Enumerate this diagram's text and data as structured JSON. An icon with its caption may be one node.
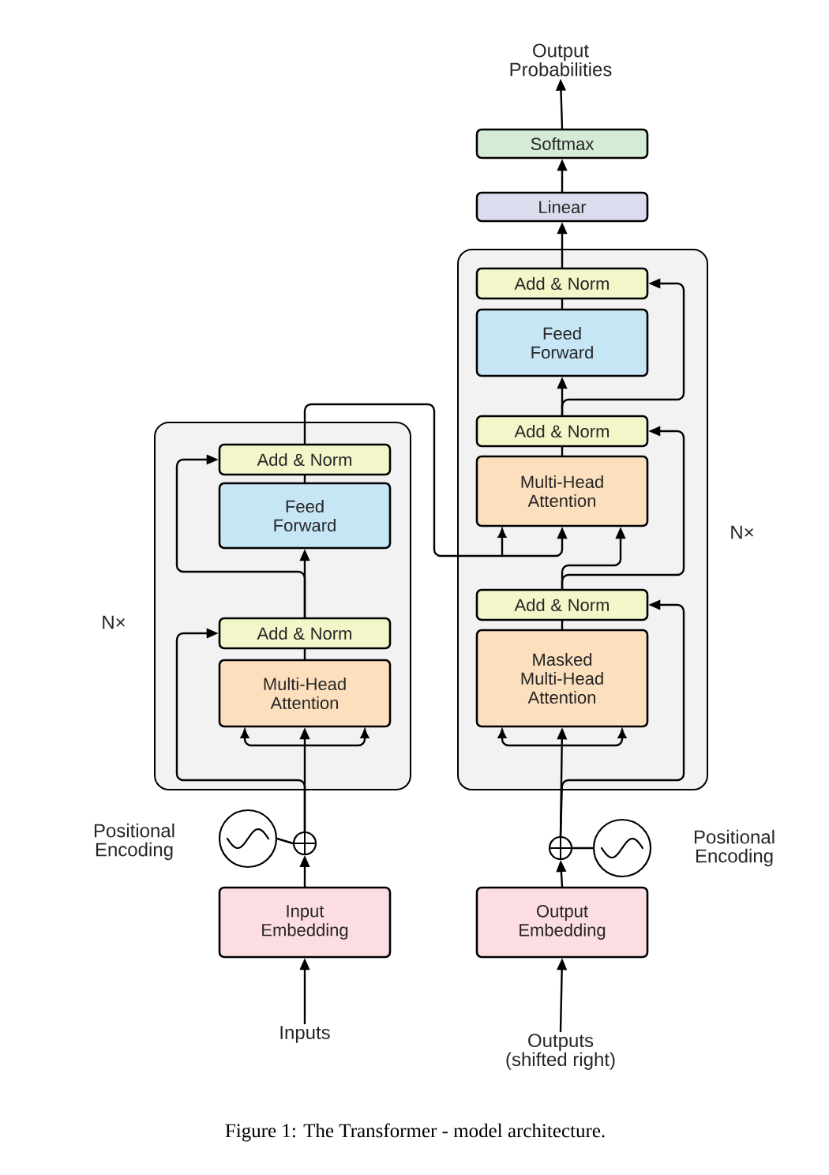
{
  "diagram": {
    "caption": "Figure 1: The Transformer - model architecture.",
    "nodes": [
      {
        "text": [
          "Output Probabilities"
        ]
      },
      {
        "text": [
          "Softmax"
        ]
      },
      {
        "text": [
          "Linear"
        ]
      },
      {
        "text": [],
        "shape": "box",
        "beside": [
          "N×"
        ]
      },
      {
        "text": [
          "Add & Norm"
        ],
        "in": 3
      },
      {
        "text": [
          "Feed Forward"
        ],
        "in": 3
      },
      {
        "text": [
          "Add & Norm"
        ],
        "in": 3
      },
      {
        "text": [
          "Multi-Head Attention"
        ],
        "in": 3
      },
      {
        "text": [
          "Add & Norm"
        ],
        "in": 3
      },
      {
        "text": [
          "Masked Multi-Head Attention"
        ],
        "in": 3
      },
      {
        "text": [],
        "shape": "box",
        "beside": [
          "N×"
        ]
      },
      {
        "text": [
          "Add & Norm"
        ],
        "in": 10
      },
      {
        "text": [
          "Feed Forward"
        ],
        "in": 10
      },
      {
        "text": [
          "Add & Norm"
        ],
        "in": 10
      },
      {
        "text": [
          "Multi-Head Attention"
        ],
        "in": 10
      },
      {
        "text": [],
        "shape": "circle",
        "beside": [
          "Positional Encoding"
        ]
      },
      {
        "text": [],
        "shape": "circle"
      },
      {
        "text": [
          "Input Embedding"
        ]
      },
      {
        "text": [
          "Inputs"
        ]
      },
      {
        "text": [],
        "shape": "circle",
        "beside": [
          "Positional Encoding"
        ]
      },
      {
        "text": [],
        "shape": "circle"
      },
      {
        "text": [
          "Output Embedding"
        ]
      },
      {
        "text": [
          "Outputs (shifted right)"
        ]
      }
    ],
    "edges": [
      {
        "from": 18,
        "to": 17,
        "arrow": "to"
      },
      {
        "from": 17,
        "to": 16,
        "arrow": "to"
      },
      {
        "from": 15,
        "to": 16,
        "arrow": "none"
      },
      {
        "from": 16,
        "to": 14,
        "arrow": "to"
      },
      {
        "from": 16,
        "to": 13,
        "arrow": "to"
      },
      {
        "from": 14,
        "to": 13,
        "arrow": "none"
      },
      {
        "from": 13,
        "to": 12,
        "arrow": "to"
      },
      {
        "from": 13,
        "to": 11,
        "arrow": "to"
      },
      {
        "from": 12,
        "to": 11,
        "arrow": "none"
      },
      {
        "from": 11,
        "to": 7,
        "arrow": "to"
      },
      {
        "from": 22,
        "to": 21,
        "arrow": "to"
      },
      {
        "from": 21,
        "to": 20,
        "arrow": "to"
      },
      {
        "from": 19,
        "to": 20,
        "arrow": "none"
      },
      {
        "from": 20,
        "to": 9,
        "arrow": "to"
      },
      {
        "from": 20,
        "to": 8,
        "arrow": "to"
      },
      {
        "from": 9,
        "to": 8,
        "arrow": "none"
      },
      {
        "from": 8,
        "to": 7,
        "arrow": "to"
      },
      {
        "from": 8,
        "to": 6,
        "arrow": "to"
      },
      {
        "from": 7,
        "to": 6,
        "arrow": "none"
      },
      {
        "from": 6,
        "to": 5,
        "arrow": "to"
      },
      {
        "from": 6,
        "to": 4,
        "arrow": "to"
      },
      {
        "from": 5,
        "to": 4,
        "arrow": "none"
      },
      {
        "from": 4,
        "to": 2,
        "arrow": "to"
      },
      {
        "from": 2,
        "to": 1,
        "arrow": "to"
      },
      {
        "from": 1,
        "to": 0,
        "arrow": "to"
      }
    ]
  }
}
